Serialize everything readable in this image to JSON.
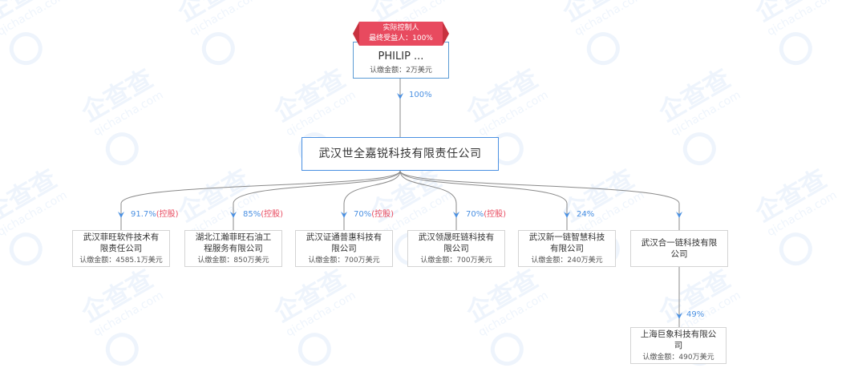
{
  "watermark": {
    "brand_cn": "企查查",
    "brand_en": "qichacha.com"
  },
  "root": {
    "badge_line1": "实际控制人",
    "badge_line2": "最终受益人：100%",
    "name": "PHILIP ...",
    "amount": "认缴金额：2万美元"
  },
  "root_link": {
    "percent": "100%"
  },
  "center": {
    "name": "武汉世全嘉锐科技有限责任公司"
  },
  "children": [
    {
      "name": "武汉菲旺软件技术有限责任公司",
      "amount": "认缴金额：4585.1万美元",
      "percent": "91.7%",
      "control": "(控股)"
    },
    {
      "name": "湖北江瀚菲旺石油工程服务有限公司",
      "amount": "认缴金额：850万美元",
      "percent": "85%",
      "control": "(控股)"
    },
    {
      "name": "武汉证通普惠科技有限公司",
      "amount": "认缴金额：700万美元",
      "percent": "70%",
      "control": "(控股)"
    },
    {
      "name": "武汉领晟旺链科技有限公司",
      "amount": "认缴金额：700万美元",
      "percent": "70%",
      "control": "(控股)"
    },
    {
      "name": "武汉新一链智慧科技有限公司",
      "amount": "认缴金额：240万美元",
      "percent": "24%",
      "control": ""
    },
    {
      "name": "武汉合一链科技有限公司",
      "amount": "",
      "percent": "",
      "control": ""
    }
  ],
  "grandchild": {
    "name": "上海巨象科技有限公司",
    "amount": "认缴金额：490万美元",
    "percent": "49%"
  },
  "colors": {
    "link": "#4a90e2",
    "line": "#8a8a8a",
    "badge": "#e84a5f",
    "border": "#d4d4d4"
  }
}
